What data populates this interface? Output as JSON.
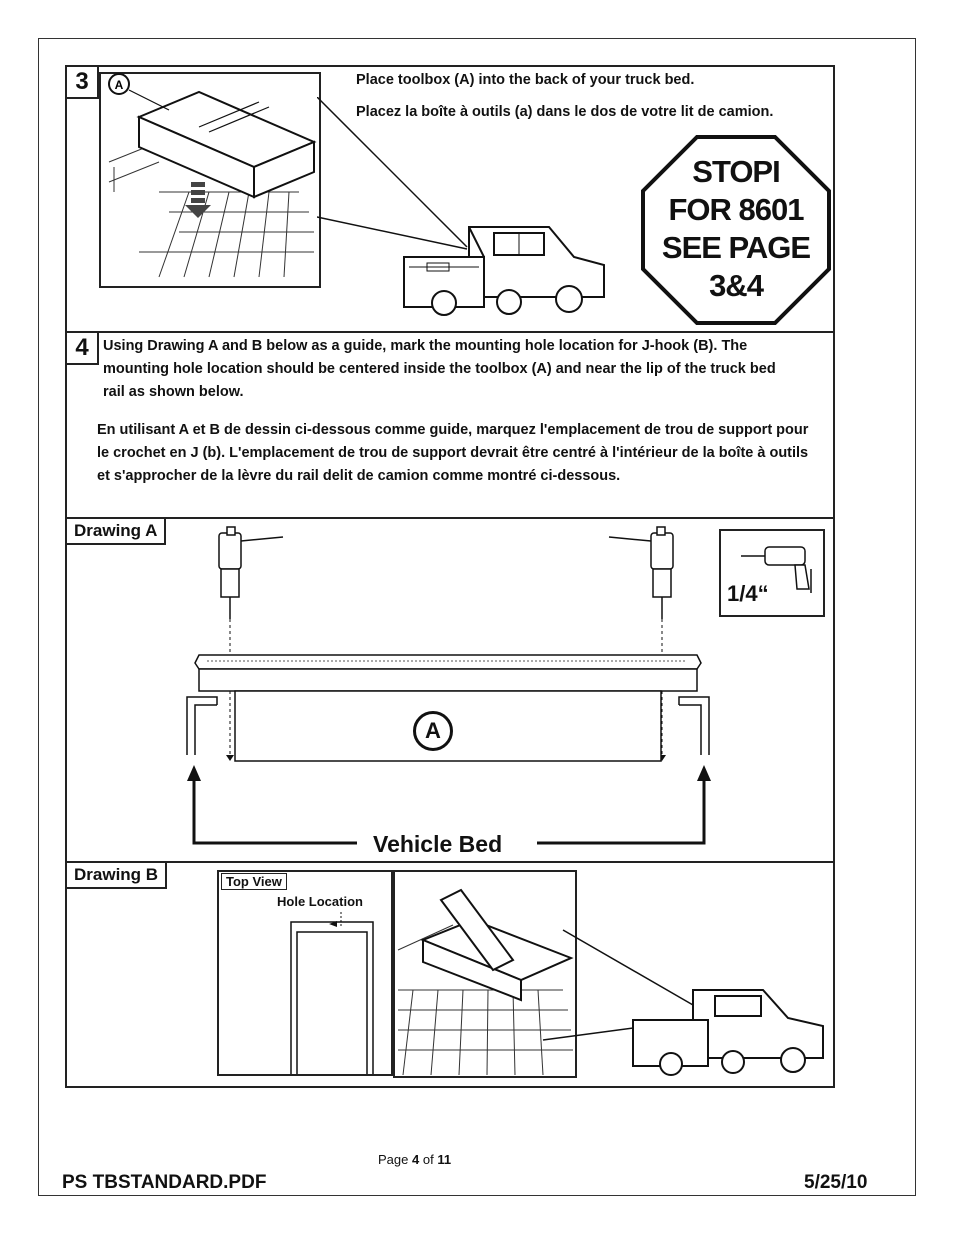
{
  "step3": {
    "number": "3",
    "text_en": "Place toolbox (A) into the back of your truck bed.",
    "text_fr": "Placez la boîte à outils (a) dans le dos de votre lit de camion.",
    "callout": "A",
    "stop_sign": [
      "STOPI",
      "FOR 8601",
      "SEE PAGE",
      "3&4"
    ]
  },
  "step4": {
    "number": "4",
    "text_en": "Using Drawing A and B below  as a guide, mark the mounting hole location for J-hook (B).  The mounting hole location should be centered inside the toolbox (A) and near the lip of the truck bed rail as shown below.",
    "text_fr": "En utilisant A et B de dessin ci-dessous comme guide, marquez l'emplacement de trou de support pour le crochet en J (b). L'emplacement de trou de support devrait être centré à l'intérieur de la boîte à outils et s'approcher de la lèvre du rail delit de camion comme montré ci-dessous."
  },
  "drawing_a": {
    "label": "Drawing A",
    "drill_size": "1/4“",
    "toolbox_callout": "A",
    "vehicle_bed_label": "Vehicle Bed"
  },
  "drawing_b": {
    "label": "Drawing B",
    "top_view_label": "Top View",
    "hole_location_label": "Hole Location"
  },
  "footer": {
    "page_prefix": "Page",
    "page_current": "4",
    "page_of": "of",
    "page_total": "11",
    "filename": "PS TBSTANDARD.PDF",
    "date": "5/25/10"
  }
}
